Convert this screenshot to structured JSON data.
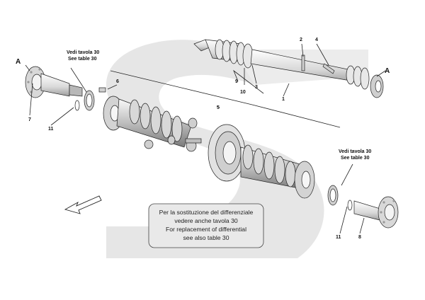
{
  "diagram": {
    "callouts": {
      "c1": "1",
      "c2": "2",
      "c3": "3",
      "c4": "4",
      "c5": "5",
      "c6": "6",
      "c7": "7",
      "c8": "8",
      "c9": "9",
      "c10": "10",
      "c11a": "11",
      "c11b": "11",
      "a_left": "A",
      "a_right": "A"
    },
    "table_ref_top": {
      "line1": "Vedi tavola 30",
      "line2": "See table 30"
    },
    "table_ref_right": {
      "line1": "Vedi tavola 30",
      "line2": "See table 30"
    },
    "note_box": {
      "line1": "Per la sostituzione del differenziale",
      "line2": "vedere anche tavola 30",
      "line3": "For replacement of differential",
      "line4": "see  also table 30"
    },
    "colors": {
      "watermark": "#e6e6e6",
      "parts_fill": "#f2f2f2",
      "parts_dark": "#9a9a9a",
      "line": "#222222"
    }
  }
}
